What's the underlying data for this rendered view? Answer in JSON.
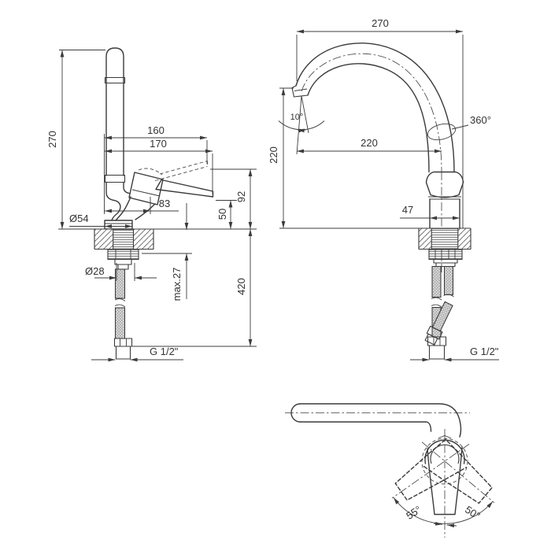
{
  "drawing_title": "kitchen-faucet-dimension-drawing",
  "colors": {
    "background": "#ffffff",
    "line": "#3a3a3a",
    "text": "#333333"
  },
  "side_view": {
    "total_height": "270",
    "handle_reach_up": "160",
    "handle_reach_down": "170",
    "handle_offset": "83",
    "handle_low_height": "50",
    "handle_high_height": "92",
    "base_diameter": "Ø54",
    "shank_diameter": "Ø28",
    "max_counter_thickness": "max.27",
    "hose_length": "420",
    "thread": "G 1/2\""
  },
  "front_view": {
    "spout_reach": "270",
    "spout_height": "220",
    "spout_horizontal": "220",
    "outlet_angle": "10°",
    "swivel_angle": "360°",
    "body_width": "47",
    "thread": "G 1/2\""
  },
  "top_view": {
    "handle_swing_left": "55°",
    "handle_swing_right": "50°"
  }
}
